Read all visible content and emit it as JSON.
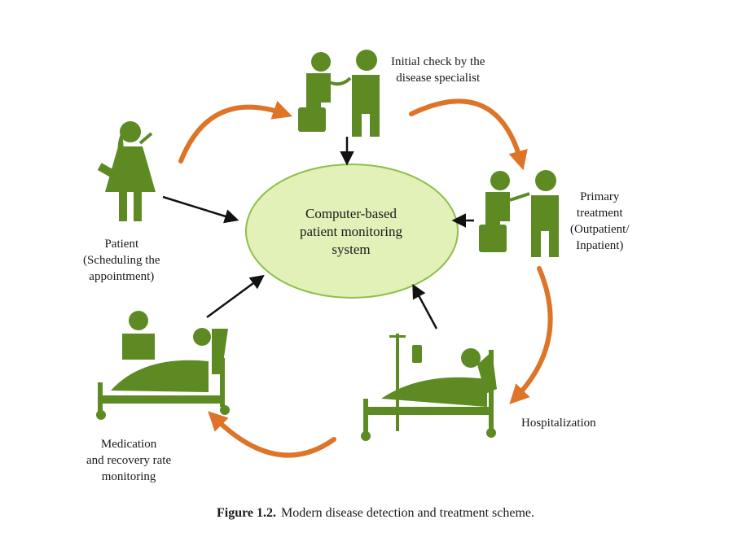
{
  "colors": {
    "figure": "#5e8a24",
    "cycle_arrow": "#dd7428",
    "hub_fill": "#e2f1b7",
    "hub_stroke": "#8fbf4c",
    "link_arrow": "#111111"
  },
  "hub": {
    "lines": [
      "Computer-based",
      "patient monitoring",
      "system"
    ]
  },
  "stages": {
    "specialist": {
      "icon": "doctor-consultation-icon",
      "lines": [
        "Initial check by the",
        "disease specialist"
      ]
    },
    "treatment": {
      "icon": "doctor-treatment-icon",
      "lines": [
        "Primary",
        "treatment",
        "(Outpatient/",
        "Inpatient)"
      ]
    },
    "hospitalization": {
      "icon": "hospital-bed-iv-icon",
      "lines": [
        "Hospitalization"
      ]
    },
    "medication": {
      "icon": "recovery-bed-icon",
      "lines": [
        "Medication",
        "and recovery rate",
        "monitoring"
      ]
    },
    "patient": {
      "icon": "patient-phone-icon",
      "lines": [
        "Patient",
        "(Scheduling the",
        "appointment)"
      ]
    }
  },
  "caption": {
    "number": "Figure 1.2.",
    "text": "Modern disease detection and treatment scheme."
  }
}
